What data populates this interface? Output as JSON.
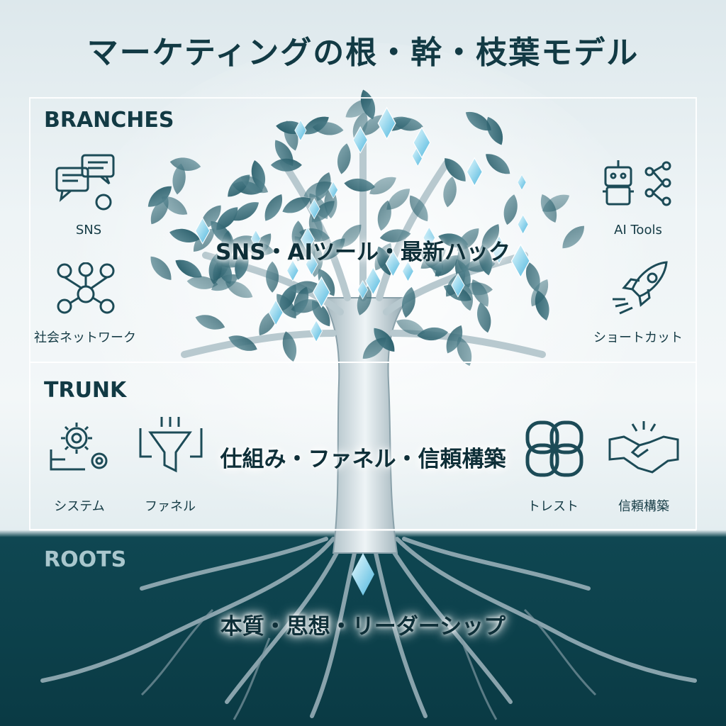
{
  "title": "マーケティングの根・幹・枝葉モデル",
  "sections": {
    "branches": "BRANCHES",
    "trunk": "TRUNK",
    "roots": "ROOTS"
  },
  "branches_text": "SNS・AIツール・最新ハック",
  "trunk_text": "仕組み・ファネル・信頼構築",
  "roots_text": "本質・思想・リーダーシップ",
  "icons": {
    "sns": "SNS",
    "social_network": "社会ネットワーク",
    "ai_tools": "AI Tools",
    "shortcut": "ショートカット",
    "system": "システム",
    "funnel": "ファネル",
    "trust": "トレスト",
    "trust_building": "信頼構築"
  },
  "colors": {
    "dark_teal": "#0a3a44",
    "accent": "#2f6f7c",
    "crystal": "#7fd3f0"
  }
}
